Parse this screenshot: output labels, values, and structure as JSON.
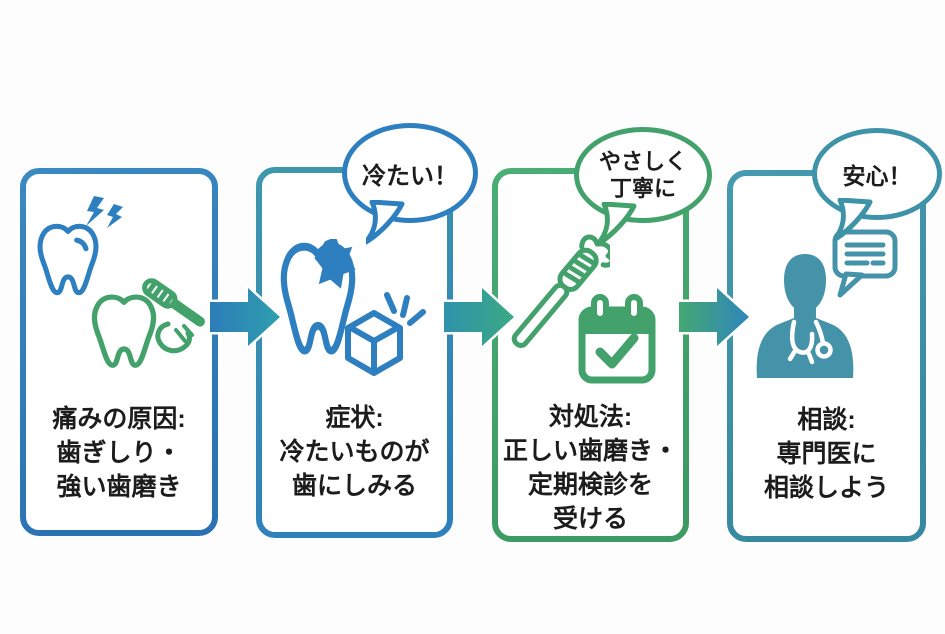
{
  "title": "tooth-pain-care-flow-infographic",
  "colors": {
    "step1_border_blue": "#2d7cba",
    "step2_border_teal_blue": "#3a93a9",
    "step3_border_green": "#44a36c",
    "step4_border_teal": "#3f93a9",
    "icon_blue": "#2d7fc0",
    "icon_green": "#43a16b",
    "icon_teal": "#4493a8",
    "text": "#1c1c1c",
    "background": "#fdfdfd"
  },
  "steps": [
    {
      "id": "cause",
      "icons": [
        "aching-tooth",
        "pain-lightning",
        "tooth-with-toothbrush-hand"
      ],
      "caption_lines": [
        "痛みの原因:",
        "歯ぎしり・",
        "強い歯磨き"
      ]
    },
    {
      "id": "symptom",
      "bubble_lines": [
        "冷たい！"
      ],
      "icons": [
        "cavity-tooth",
        "ice-cube-sparkle"
      ],
      "caption_lines": [
        "症状:",
        "冷たいものが",
        "歯にしみる"
      ]
    },
    {
      "id": "remedy",
      "bubble_lines": [
        "やさしく",
        "丁寧に"
      ],
      "icons": [
        "toothbrush-with-paste",
        "calendar-check"
      ],
      "caption_lines": [
        "対処法:",
        "正しい歯磨き・",
        "定期検診を",
        "受ける"
      ]
    },
    {
      "id": "consult",
      "bubble_lines": [
        "安心！"
      ],
      "icons": [
        "doctor",
        "chat-bubble"
      ],
      "caption_lines": [
        "相談:",
        "専門医に",
        "相談しよう"
      ]
    }
  ]
}
